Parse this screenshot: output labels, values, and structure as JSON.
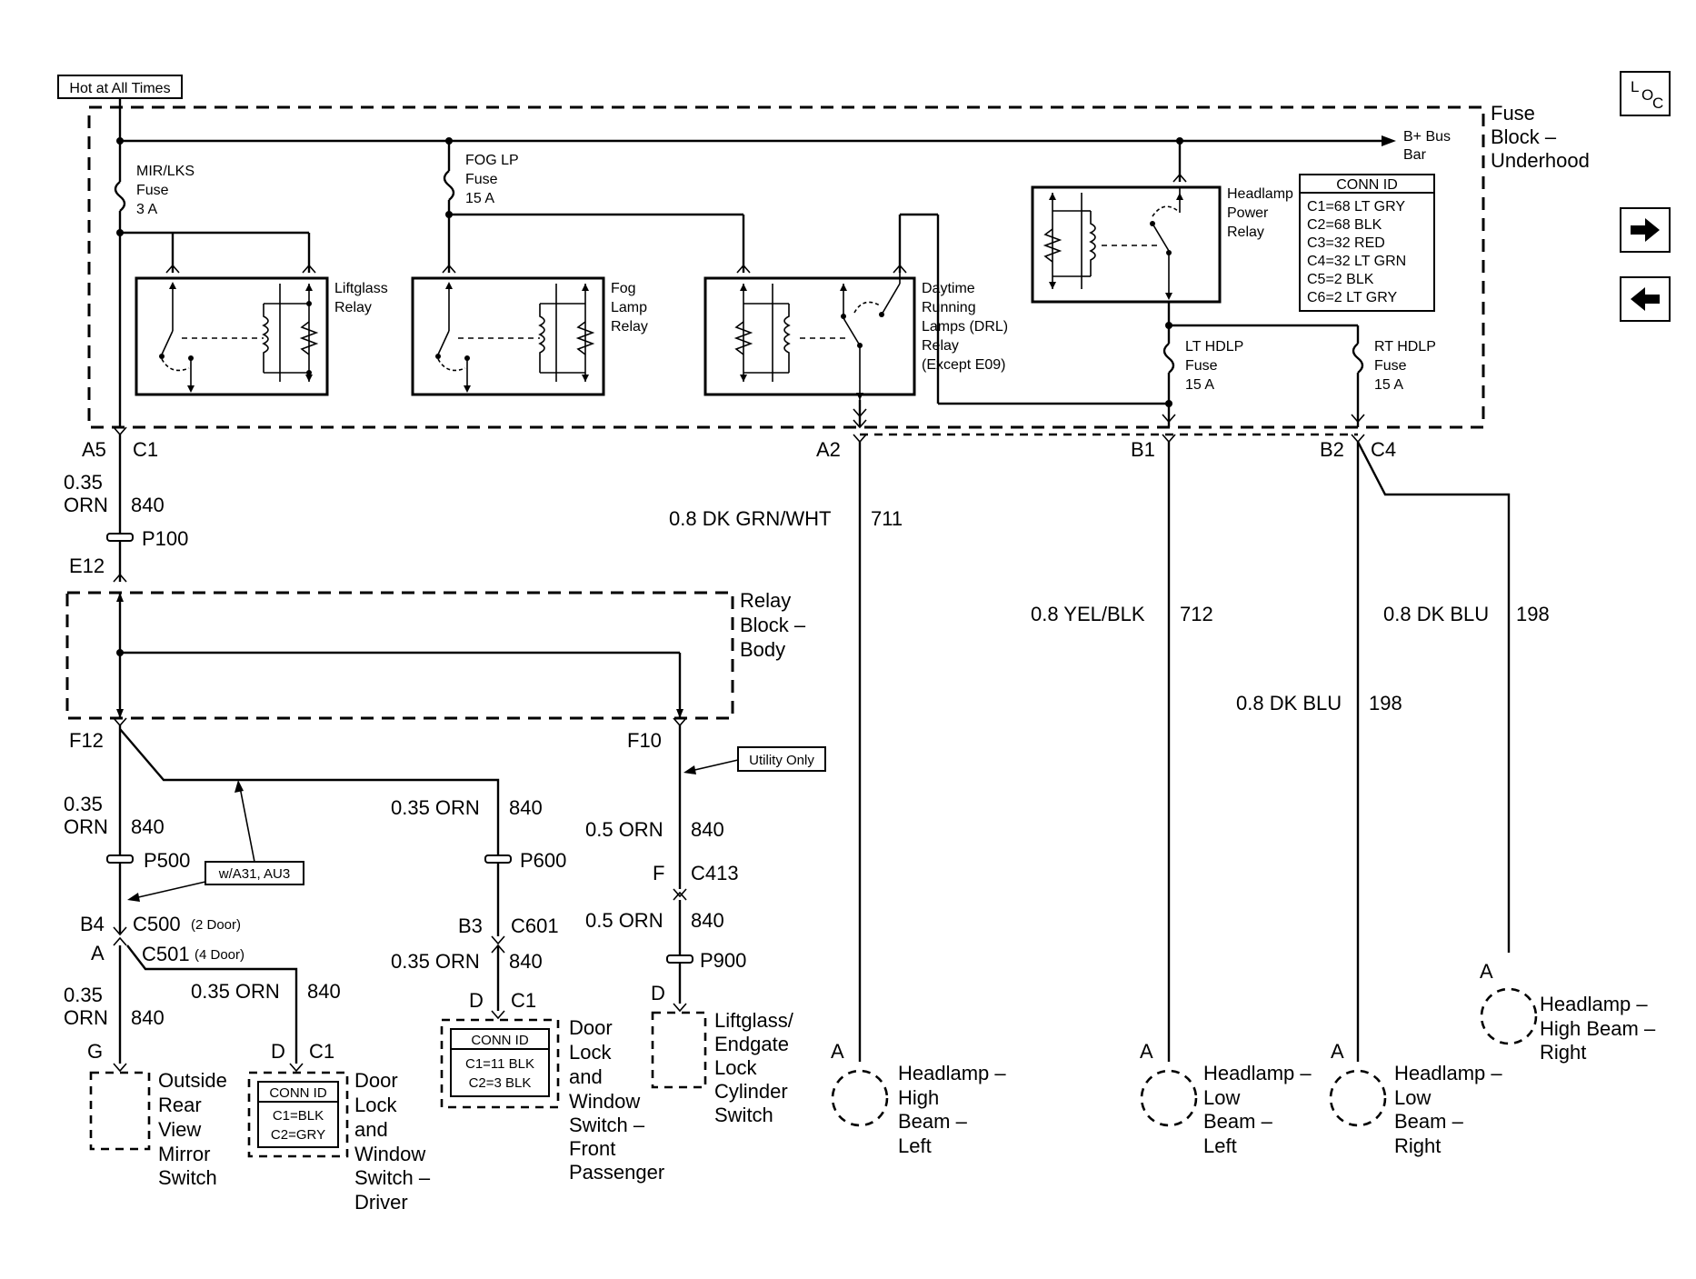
{
  "top_label": "Hot at All Times",
  "fuse_block": {
    "line1": "Fuse",
    "line2": "Block –",
    "line3": "Underhood"
  },
  "bus_bar": {
    "line1": "B+ Bus",
    "line2": "Bar"
  },
  "fuses": {
    "mir_lks": {
      "l1": "MIR/LKS",
      "l2": "Fuse",
      "l3": "3 A"
    },
    "fog_lp": {
      "l1": "FOG LP",
      "l2": "Fuse",
      "l3": "15 A"
    },
    "lt_hdlp": {
      "l1": "LT HDLP",
      "l2": "Fuse",
      "l3": "15 A"
    },
    "rt_hdlp": {
      "l1": "RT HDLP",
      "l2": "Fuse",
      "l3": "15 A"
    }
  },
  "relays": {
    "liftglass": {
      "l1": "Liftglass",
      "l2": "Relay"
    },
    "fog": {
      "l1": "Fog",
      "l2": "Lamp",
      "l3": "Relay"
    },
    "drl": {
      "l1": "Daytime",
      "l2": "Running",
      "l3": "Lamps (DRL)",
      "l4": "Relay",
      "l5": "(Except E09)"
    },
    "headlamp_power": {
      "l1": "Headlamp",
      "l2": "Power",
      "l3": "Relay"
    }
  },
  "conn_id_underhood": {
    "title": "CONN ID",
    "rows": [
      "C1=68 LT GRY",
      "C2=68 BLK",
      "C3=32 RED",
      "C4=32 LT GRN",
      "C5=2 BLK",
      "C6=2 LT GRY"
    ]
  },
  "relay_block": {
    "l1": "Relay",
    "l2": "Block –",
    "l3": "Body"
  },
  "pins": {
    "a5": "A5",
    "c1": "C1",
    "a2": "A2",
    "b1": "B1",
    "b2": "B2",
    "c4": "C4",
    "e12": "E12",
    "f12": "F12",
    "f10": "F10",
    "b4": "B4",
    "c500": "C500",
    "c500_note": "(2 Door)",
    "a": "A",
    "c501": "C501",
    "c501_note": "(4 Door)",
    "b3": "B3",
    "c601": "C601",
    "f": "F",
    "c413": "C413",
    "g": "G",
    "d": "D"
  },
  "splices": {
    "p100": "P100",
    "p500": "P500",
    "p600": "P600",
    "p900": "P900"
  },
  "wires": {
    "w840_a": {
      "size": "0.35",
      "color": "ORN",
      "circuit": "840"
    },
    "w711": {
      "label": "0.8 DK GRN/WHT",
      "circuit": "711"
    },
    "w712": {
      "label": "0.8 YEL/BLK",
      "circuit": "712"
    },
    "w198_a": {
      "label": "0.8 DK BLU",
      "circuit": "198"
    },
    "w198_b": {
      "label": "0.8 DK BLU",
      "circuit": "198"
    },
    "w840_p600_top": {
      "label": "0.35 ORN",
      "circuit": "840"
    },
    "w840_f10": {
      "label": "0.5 ORN",
      "circuit": "840"
    },
    "w840_c413": {
      "label": "0.5 ORN",
      "circuit": "840"
    },
    "w840_c601": {
      "label": "0.35 ORN",
      "circuit": "840"
    },
    "w840_driver": {
      "label": "0.35 ORN",
      "circuit": "840"
    }
  },
  "callouts": {
    "utility": "Utility Only",
    "option": "w/A31, AU3"
  },
  "conn_id_driver": {
    "title": "CONN ID",
    "rows": [
      "C1=BLK",
      "C2=GRY"
    ]
  },
  "conn_id_pass": {
    "title": "CONN ID",
    "rows": [
      "C1=11 BLK",
      "C2=3 BLK"
    ]
  },
  "components": {
    "mirror": {
      "l1": "Outside",
      "l2": "Rear",
      "l3": "View",
      "l4": "Mirror",
      "l5": "Switch"
    },
    "driver": {
      "l1": "Door",
      "l2": "Lock",
      "l3": "and",
      "l4": "Window",
      "l5": "Switch –",
      "l6": "Driver"
    },
    "passenger": {
      "l1": "Door",
      "l2": "Lock",
      "l3": "and",
      "l4": "Window",
      "l5": "Switch –",
      "l6": "Front",
      "l7": "Passenger"
    },
    "liftglass_sw": {
      "l1": "Liftglass/",
      "l2": "Endgate",
      "l3": "Lock",
      "l4": "Cylinder",
      "l5": "Switch"
    },
    "hb_left": {
      "l1": "Headlamp –",
      "l2": "High",
      "l3": "Beam –",
      "l4": "Left"
    },
    "lb_left": {
      "l1": "Headlamp –",
      "l2": "Low",
      "l3": "Beam –",
      "l4": "Left"
    },
    "lb_right": {
      "l1": "Headlamp –",
      "l2": "Low",
      "l3": "Beam –",
      "l4": "Right"
    },
    "hb_right": {
      "l1": "Headlamp –",
      "l2": "High Beam –",
      "l3": "Right"
    }
  },
  "nav": {
    "loc": {
      "l": "L",
      "o": "O",
      "c": "C"
    },
    "next_icon": "arrow-right-icon",
    "prev_icon": "arrow-left-icon"
  }
}
